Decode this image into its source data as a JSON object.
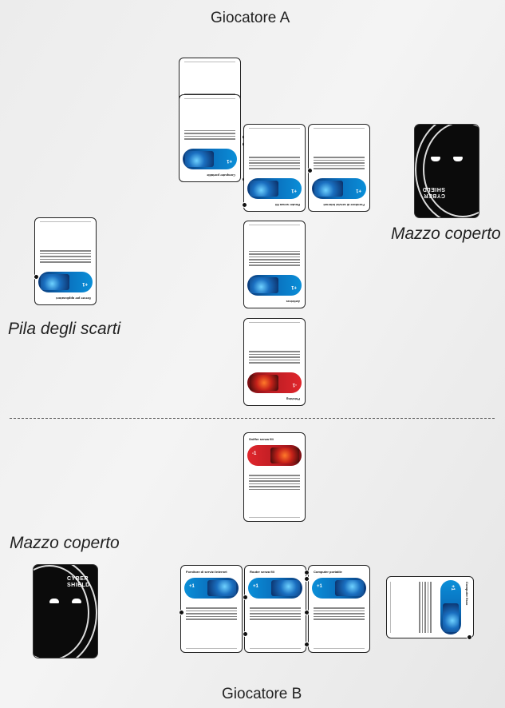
{
  "players": {
    "top": "Giocatore A",
    "bottom": "Giocatore B"
  },
  "zones": {
    "top_deck_label": "Mazzo coperto",
    "discard_label": "Pila degli scarti",
    "bottom_deck_label": "Mazzo coperto"
  },
  "deck": {
    "brand_line1": "CYBER",
    "brand_line2": "SHIELD"
  },
  "cards": {
    "router": "Router senza fili",
    "computer": "Computer portatile",
    "isp": "Fornitore di servizi Internet",
    "antivirus": "Antivirus",
    "phishing": "Phishing",
    "sniffer": "Sniffer senza fili",
    "app_server": "Server per applicazioni",
    "pc_desk": "Computer fisso"
  },
  "colors": {
    "blue_accent": "#1596d6",
    "red_accent": "#d9252b",
    "deck_back": "#0b0b0b"
  }
}
